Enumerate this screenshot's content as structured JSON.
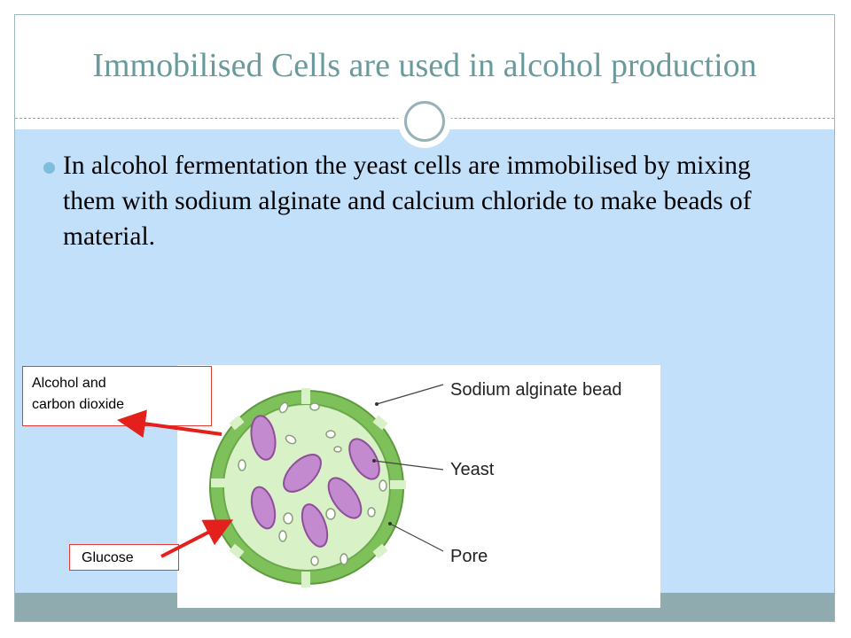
{
  "slide": {
    "title": "Immobilised Cells are used in alcohol production",
    "bullet_text": "In alcohol fermentation the yeast cells are immobilised by mixing them with sodium alginate and calcium chloride to make beads of material."
  },
  "figure": {
    "labels": {
      "bead": "Sodium alginate bead",
      "yeast": "Yeast",
      "pore": "Pore"
    }
  },
  "callouts": {
    "alcohol_line1": "Alcohol and",
    "alcohol_line2": "carbon dioxide",
    "glucose": "Glucose"
  },
  "colors": {
    "title": "#6a9a9c",
    "content_bg": "#c3e0fb",
    "footer_bar": "#8fabaf",
    "bead_ring": "#7ec15a",
    "bead_inner": "#d9f1c7",
    "yeast": "#c48ad0",
    "arrow": "#e3201b"
  }
}
